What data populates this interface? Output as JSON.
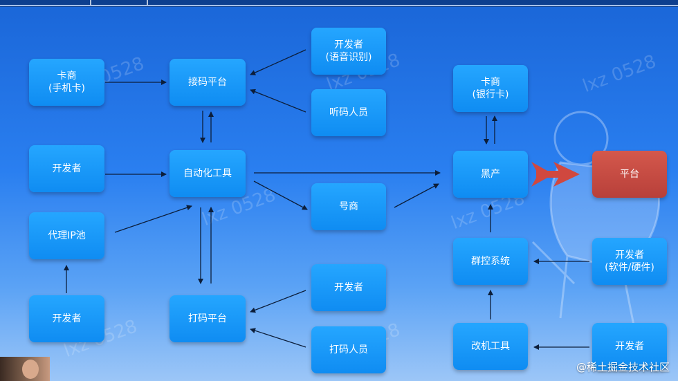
{
  "nodes": {
    "card_vendor_phone": [
      "卡商",
      "(手机卡)"
    ],
    "receive_code_platform": [
      "接码平台"
    ],
    "dev_voice": [
      "开发者",
      "(语音识别)"
    ],
    "listen_code_staff": [
      "听码人员"
    ],
    "developer_1": [
      "开发者"
    ],
    "automation_tool": [
      "自动化工具"
    ],
    "number_vendor": [
      "号商"
    ],
    "proxy_ip_pool": [
      "代理IP池"
    ],
    "developer_2": [
      "开发者"
    ],
    "captcha_platform": [
      "打码平台"
    ],
    "developer_3": [
      "开发者"
    ],
    "captcha_staff": [
      "打码人员"
    ],
    "card_vendor_bank": [
      "卡商",
      "(银行卡)"
    ],
    "black_market": [
      "黑产"
    ],
    "platform": [
      "平台"
    ],
    "group_control": [
      "群控系统"
    ],
    "dev_sw_hw": [
      "开发者",
      "(软件/硬件)"
    ],
    "device_mod_tool": [
      "改机工具"
    ],
    "developer_4": [
      "开发者"
    ]
  },
  "watermark": "lxz 0528",
  "credit": "@稀土掘金技术社区",
  "colors": {
    "node_blue": "#1499f5",
    "platform_red": "#c24a40",
    "arrow": "#0c1e3a",
    "big_arrow": "#d0483f"
  }
}
